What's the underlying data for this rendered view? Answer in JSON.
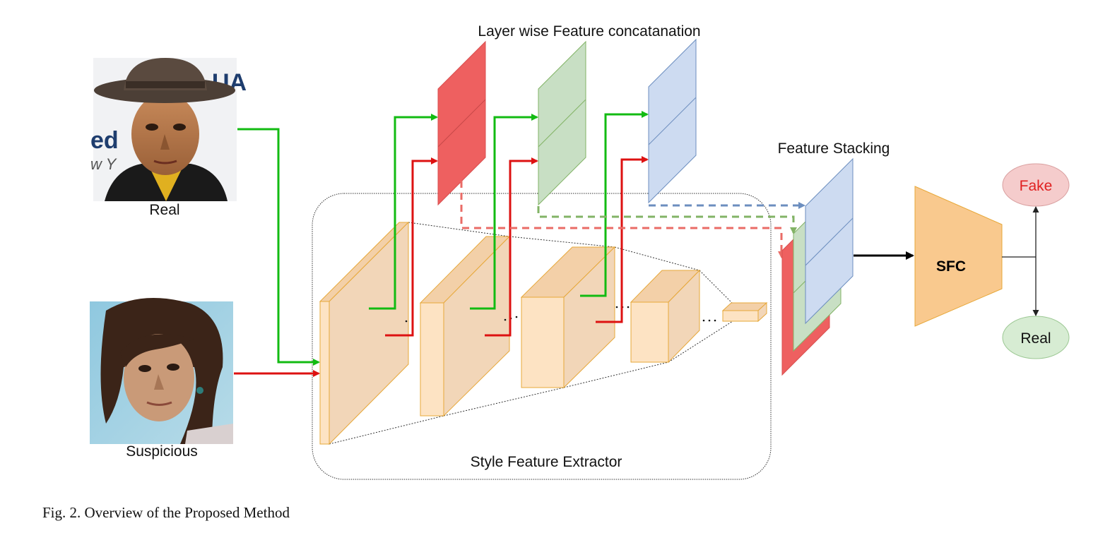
{
  "figure": {
    "caption": "Fig. 2.  Overview of the Proposed Method",
    "labels": {
      "concatenation": "Layer wise Feature concatanation",
      "stacking": "Feature Stacking",
      "extractor": "Style Feature Extractor",
      "real_input": "Real",
      "suspicious_input": "Suspicious",
      "classifier": "SFC",
      "output_fake": "Fake",
      "output_real": "Real"
    },
    "colors": {
      "real_path": "#12bb12",
      "suspicious_path": "#dd1111",
      "red_map": "#ee6060",
      "green_map": "#c8dfc4",
      "blue_map": "#cddbf1",
      "block_fill": "#f8dfc0",
      "sfc_fill": "#f9c98e",
      "fake_fill": "#f5cccc",
      "real_fill": "#d7ecd3",
      "fake_text": "#e02020"
    }
  }
}
